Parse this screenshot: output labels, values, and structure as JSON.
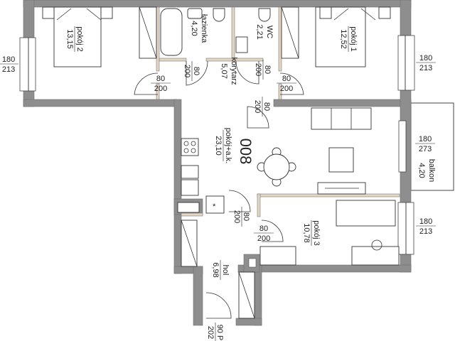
{
  "apartment": {
    "number": "008"
  },
  "rooms": [
    {
      "name": "pokój 2",
      "area": "13,15"
    },
    {
      "name": "łazienka",
      "area": "4,20"
    },
    {
      "name": "WC",
      "area": "2,21"
    },
    {
      "name": "pokój 1",
      "area": "12,52"
    },
    {
      "name": "korytarz",
      "area": "5,07"
    },
    {
      "name": "pokój+a.k.",
      "area": "23,10"
    },
    {
      "name": "balkon",
      "area": "4,20"
    },
    {
      "name": "pokój 3",
      "area": "10,78"
    },
    {
      "name": "hol",
      "area": "6,98"
    }
  ],
  "windows": [
    {
      "width": "180",
      "height": "213"
    },
    {
      "width": "180",
      "height": "213"
    },
    {
      "width": "180",
      "height": "273"
    },
    {
      "width": "180",
      "height": "213"
    }
  ],
  "doors": [
    {
      "width": "80",
      "height": "200"
    },
    {
      "width": "80",
      "height": "200"
    },
    {
      "width": "80",
      "height": "200"
    },
    {
      "width": "80",
      "height": "200"
    },
    {
      "width": "80",
      "height": "200"
    },
    {
      "width": "80",
      "height": "200"
    },
    {
      "width": "80",
      "height": "200"
    },
    {
      "width": "90 P",
      "height": "202"
    }
  ]
}
